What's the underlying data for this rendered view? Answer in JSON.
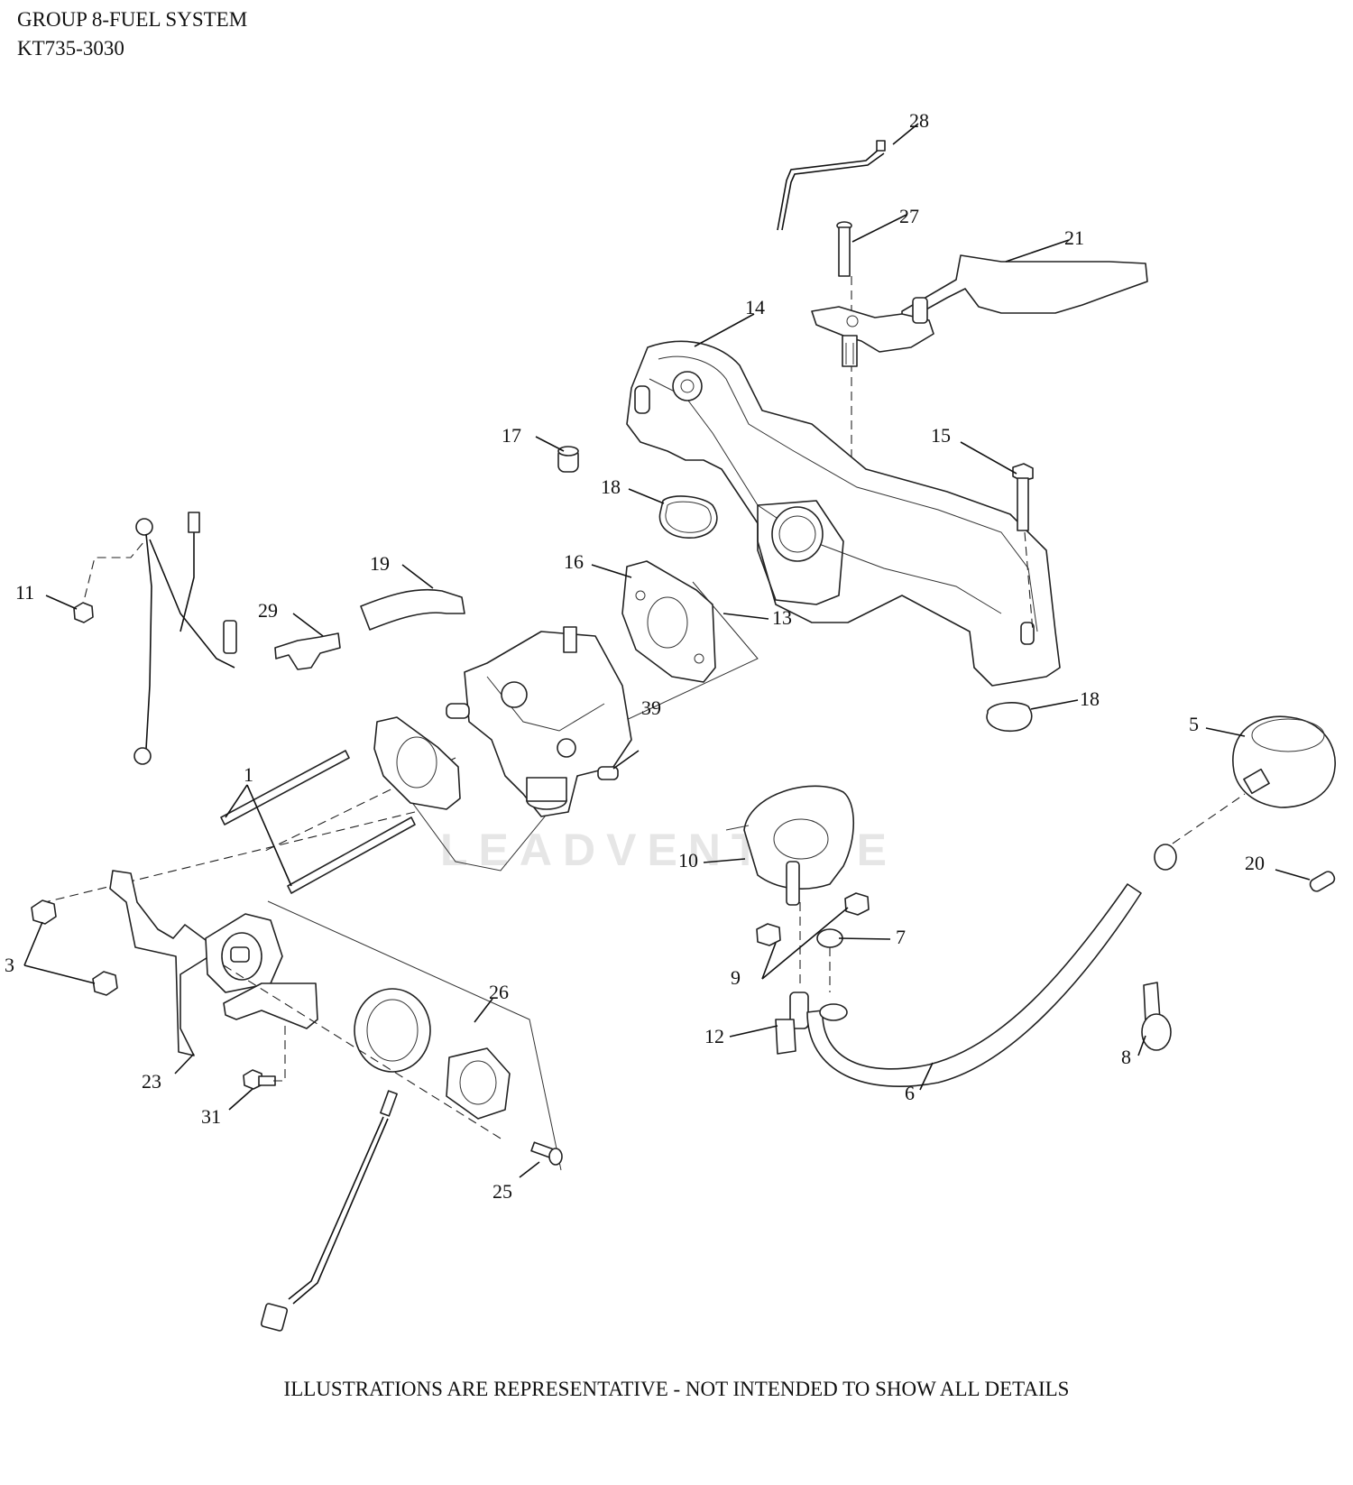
{
  "header": {
    "group_title": "GROUP 8-FUEL SYSTEM",
    "model_number": "KT735-3030"
  },
  "footer": {
    "disclaimer": "ILLUSTRATIONS ARE REPRESENTATIVE - NOT INTENDED TO SHOW ALL DETAILS"
  },
  "watermark": {
    "text": "LEADVENTURE"
  },
  "callouts": {
    "c1": "1",
    "c3": "3",
    "c5": "5",
    "c6": "6",
    "c7": "7",
    "c8": "8",
    "c9": "9",
    "c10": "10",
    "c11": "11",
    "c12": "12",
    "c13": "13",
    "c14": "14",
    "c15": "15",
    "c16": "16",
    "c17": "17",
    "c18a": "18",
    "c18b": "18",
    "c19": "19",
    "c20": "20",
    "c21": "21",
    "c23": "23",
    "c25": "25",
    "c26": "26",
    "c27": "27",
    "c28": "28",
    "c29": "29",
    "c31": "31",
    "c39": "39"
  }
}
